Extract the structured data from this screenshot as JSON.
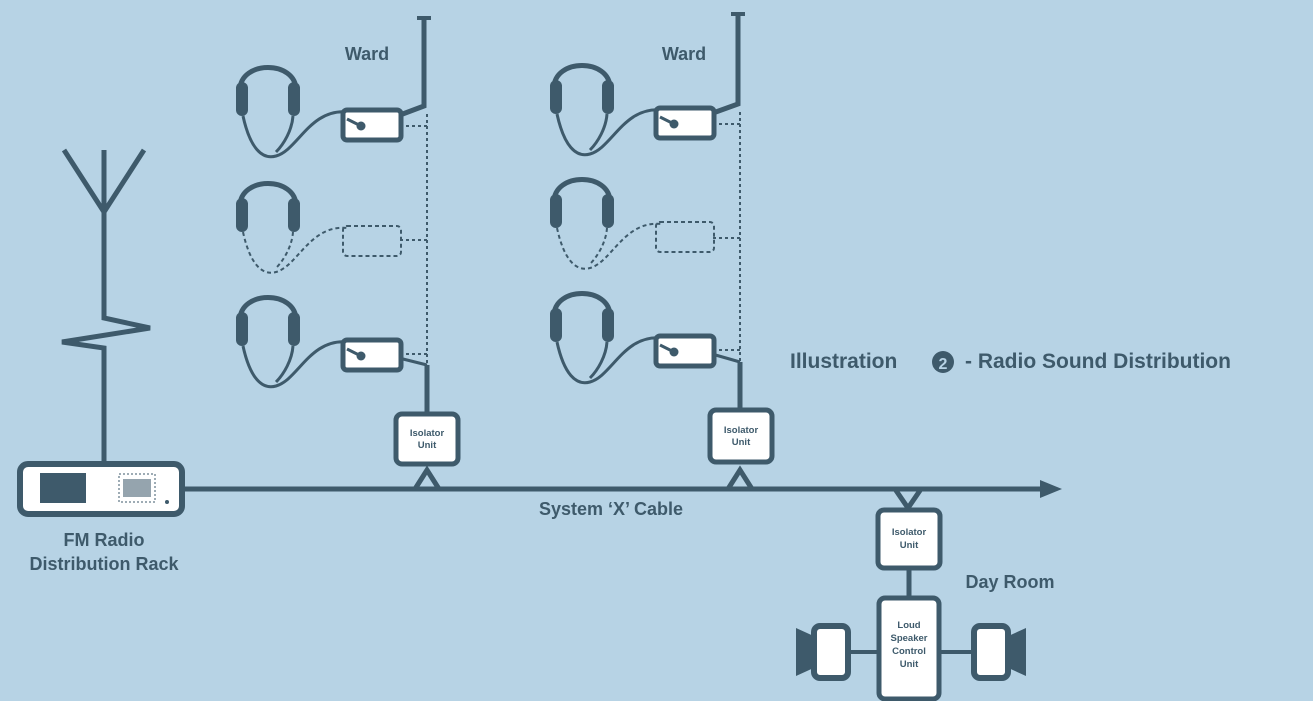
{
  "colors": {
    "background": "#b7d3e5",
    "ink": "#3e5a6b",
    "box_fill": "#ffffff"
  },
  "title": {
    "number_glyph": "2",
    "prefix": "Illustration",
    "suffix": "- Radio Sound Distribution"
  },
  "labels": {
    "ward_left": "Ward",
    "ward_right": "Ward",
    "cable": "System ‘X’ Cable",
    "rack_line1": "FM Radio",
    "rack_line2": "Distribution Rack",
    "day_room": "Day Room"
  },
  "isolators": [
    {
      "line1": "Isolator",
      "line2": "Unit"
    },
    {
      "line1": "Isolator",
      "line2": "Unit"
    },
    {
      "line1": "Isolator",
      "line2": "Unit"
    }
  ],
  "speaker_control": [
    "Loud",
    "Speaker",
    "Control",
    "Unit"
  ],
  "icons": [
    "antenna-icon",
    "headphones-icon",
    "radio-rack-icon",
    "loudspeaker-icon",
    "arrow-right-icon"
  ]
}
